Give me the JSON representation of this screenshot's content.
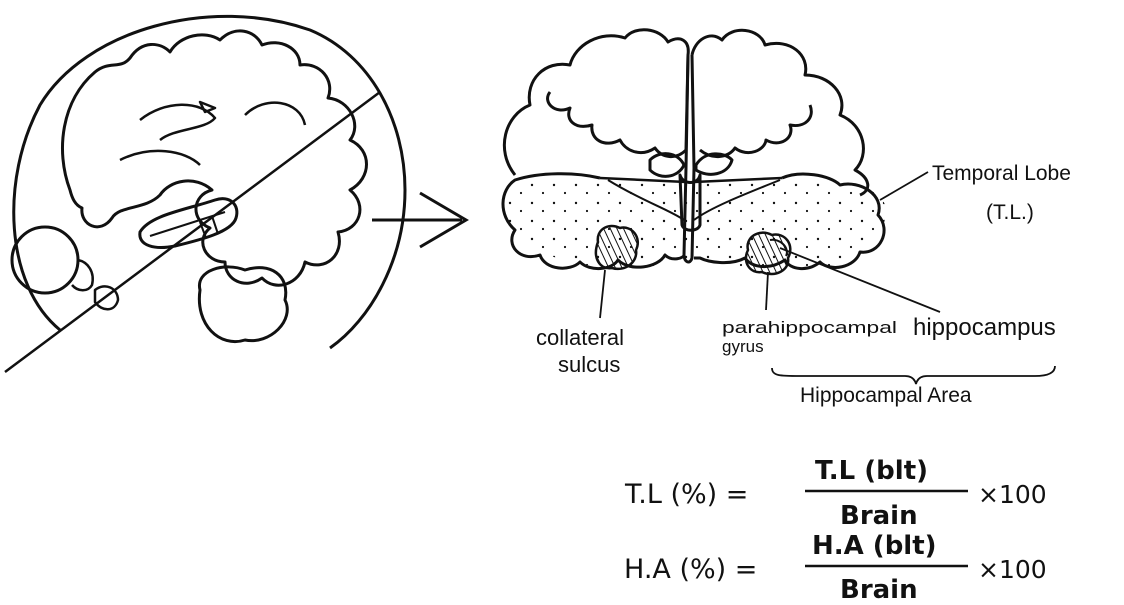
{
  "labels": {
    "temporal_lobe": "Temporal Lobe",
    "temporal_lobe_abbr": "(T.L.)",
    "collateral_sulcus_line1": "collateral",
    "collateral_sulcus_line2": "sulcus",
    "parahippocampal_line1": "parahippocampal",
    "parahippocampal_line2": "gyrus",
    "hippocampus": "hippocampus",
    "hippocampal_area": "Hippocampal Area"
  },
  "formulas": {
    "tl": {
      "lhs": "T.L (%) =",
      "numerator": "T.L (blt)",
      "denominator": "Brain",
      "multiplier": "×100"
    },
    "ha": {
      "lhs": "H.A (%) =",
      "numerator": "H.A (blt)",
      "denominator": "Brain",
      "multiplier": "×100"
    }
  }
}
